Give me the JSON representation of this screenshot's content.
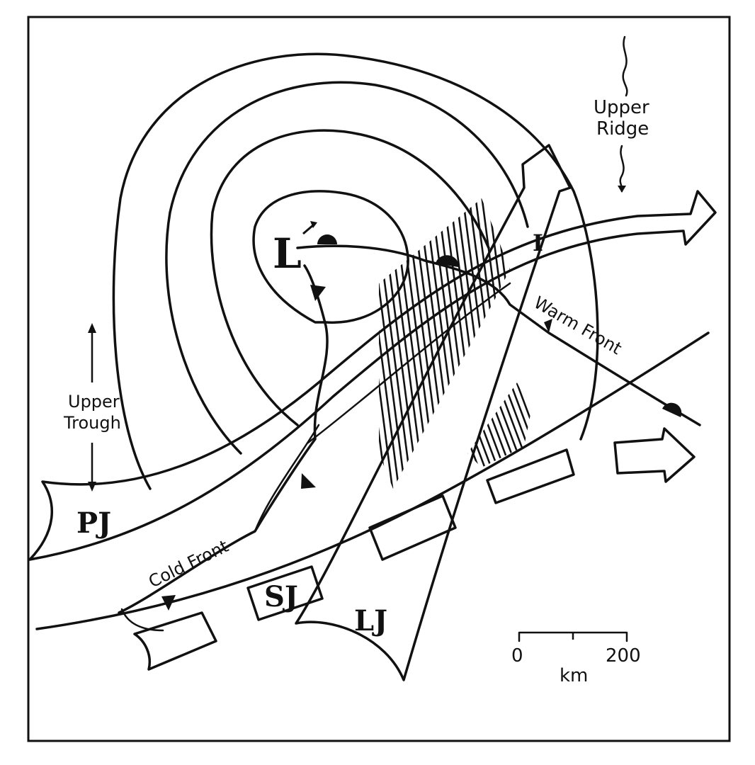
{
  "diagram": {
    "labels": {
      "low": "L",
      "upper_ridge_line1": "Upper",
      "upper_ridge_line2": "Ridge",
      "upper_trough_line1": "Upper",
      "upper_trough_line2": "Trough",
      "polar_jet": "PJ",
      "subtropical_jet": "SJ",
      "low_level_jet": "LJ",
      "intersection": "I",
      "cold_front": "Cold Front",
      "warm_front": "Warm Front"
    },
    "scale_bar": {
      "start": "0",
      "end": "200",
      "unit": "km"
    }
  }
}
